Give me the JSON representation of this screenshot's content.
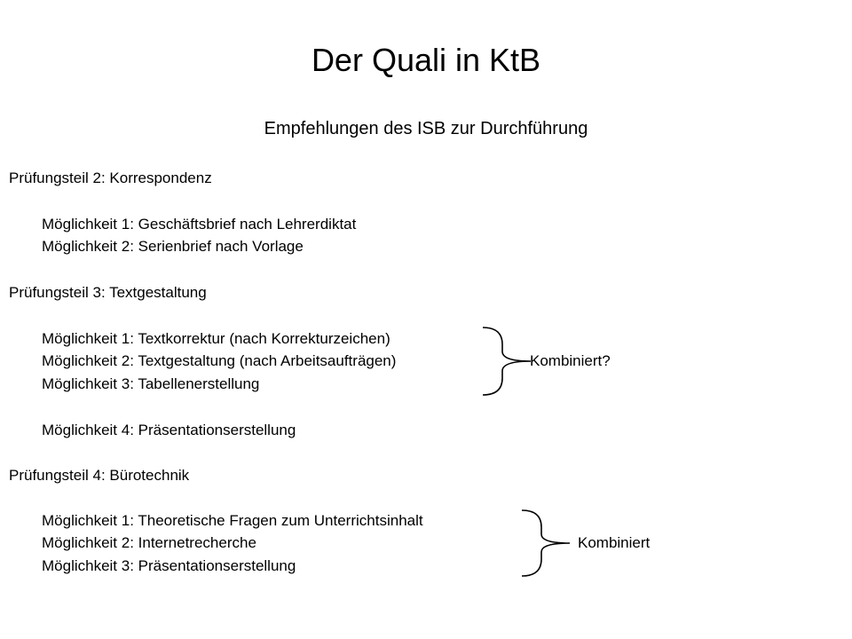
{
  "title": "Der Quali in KtB",
  "subtitle": "Empfehlungen des ISB zur Durchführung",
  "sections": [
    {
      "heading": "Prüfungsteil 2: Korrespondenz",
      "items": [
        "Möglichkeit 1: Geschäftsbrief nach Lehrerdiktat",
        "Möglichkeit 2: Serienbrief nach Vorlage"
      ]
    },
    {
      "heading": "Prüfungsteil 3: Textgestaltung",
      "items": [
        "Möglichkeit 1: Textkorrektur (nach Korrekturzeichen)",
        "Möglichkeit 2: Textgestaltung (nach Arbeitsaufträgen)",
        "Möglichkeit 3: Tabellenerstellung",
        "Möglichkeit 4: Präsentationserstellung"
      ],
      "brace_note": "Kombiniert?"
    },
    {
      "heading": "Prüfungsteil 4: Bürotechnik",
      "items": [
        "Möglichkeit 1: Theoretische Fragen zum Unterrichtsinhalt",
        "Möglichkeit 2: Internetrecherche",
        "Möglichkeit 3: Präsentationserstellung"
      ],
      "brace_note": "Kombiniert"
    }
  ]
}
